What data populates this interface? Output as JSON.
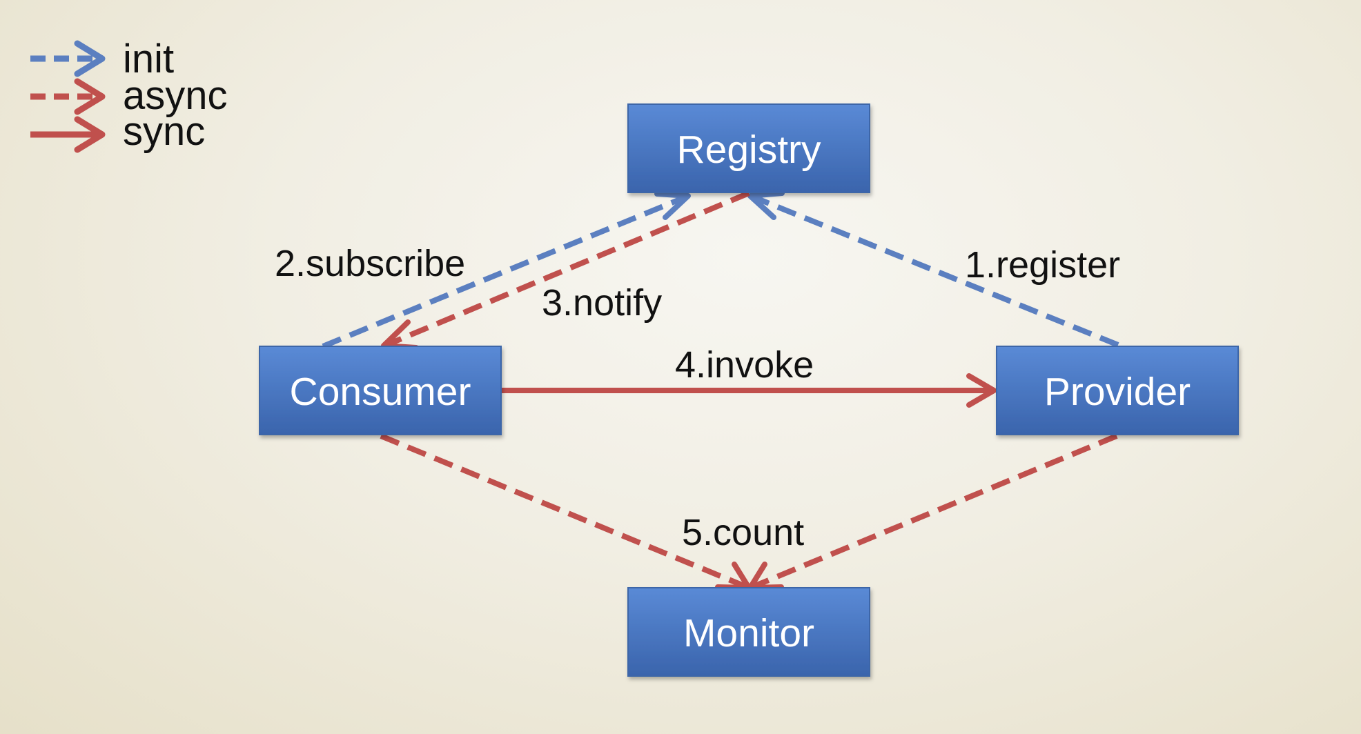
{
  "colors": {
    "init": "#5b7fc0",
    "async": "#c0504d",
    "sync": "#c0504d",
    "node_fill_top": "#5a8ad6",
    "node_fill_bottom": "#3a64ac"
  },
  "legend": {
    "init": "init",
    "async": "async",
    "sync": "sync"
  },
  "nodes": {
    "registry": "Registry",
    "consumer": "Consumer",
    "provider": "Provider",
    "monitor": "Monitor"
  },
  "edges": {
    "register": "1.register",
    "subscribe": "2.subscribe",
    "notify": "3.notify",
    "invoke": "4.invoke",
    "count": "5.count"
  }
}
